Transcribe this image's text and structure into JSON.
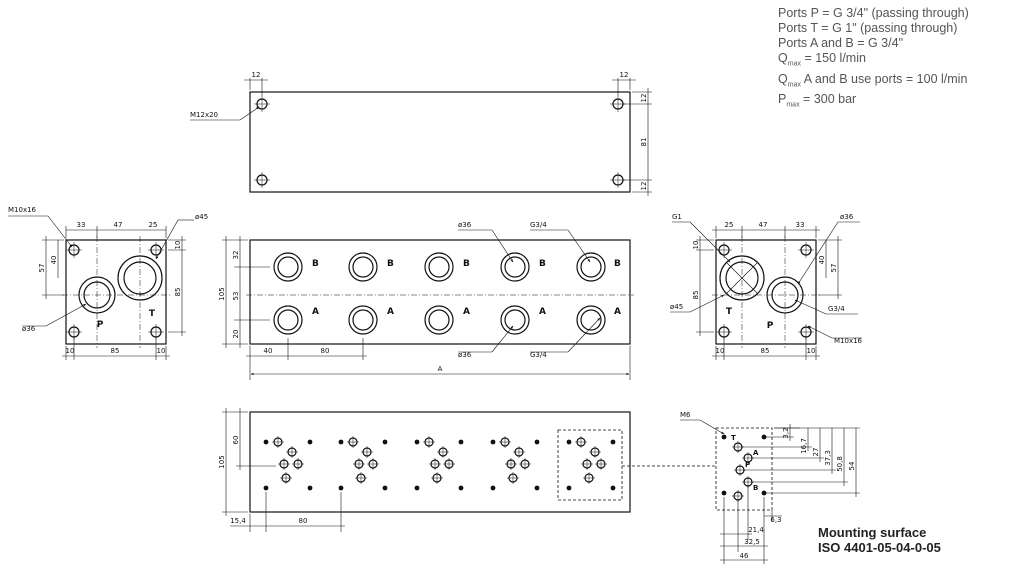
{
  "specs": {
    "line1": "Ports P = G 3/4\" (passing through)",
    "line2": "Ports T = G 1\" (passing through)",
    "line3": "Ports A and B = G 3/4\"",
    "qmax_sym": "Q",
    "qmax_sub": "max",
    "qmax_val": " = 150 l/min",
    "qab_sym": "Q",
    "qab_sub": "max",
    "qab_val": " A and B use ports = 100 l/min",
    "pmax_sym": "P",
    "pmax_sub": "max",
    "pmax_val": " = 300 bar"
  },
  "mounting": {
    "title": "Mounting surface",
    "standard": "ISO 4401-05-04-0-05"
  },
  "top_view": {
    "d12_left": "12",
    "d12_right": "12",
    "d12_v_top": "12",
    "d81": "81",
    "d12_v_bot": "12",
    "thread": "M12x20"
  },
  "left_view": {
    "thread": "M10x16",
    "d33": "33",
    "d47": "47",
    "d25": "25",
    "dia45": "ø45",
    "d10_v": "10",
    "d40": "40",
    "d57": "57",
    "d85_v": "85",
    "dia36": "ø36",
    "d10_a": "10",
    "d85_h": "85",
    "d10_b": "10",
    "label_p": "P",
    "label_t": "T"
  },
  "front_view": {
    "dia36_top": "ø36",
    "g34_top": "G3/4",
    "d32": "32",
    "d105": "105",
    "d53": "53",
    "d20": "20",
    "d40": "40",
    "d80": "80",
    "dia36_bot": "ø36",
    "g34_bot": "G3/4",
    "dim_a": "A",
    "label_b": "B",
    "label_a": "A"
  },
  "right_view": {
    "g1": "G1",
    "d25": "25",
    "d47": "47",
    "d33": "33",
    "dia36": "ø36",
    "d10_v": "10",
    "d40": "40",
    "d57": "57",
    "d85_v": "85",
    "dia45": "ø45",
    "g34": "G3/4",
    "thread": "M10x16",
    "d10_a": "10",
    "d85_h": "85",
    "d10_b": "10",
    "label_t": "T",
    "label_p": "P"
  },
  "bottom_view": {
    "d60": "60",
    "d105": "105",
    "d15_4": "15,4",
    "d80": "80"
  },
  "detail": {
    "m6": "M6",
    "label_t": "T",
    "label_a": "A",
    "label_p": "P",
    "label_b": "B",
    "d3_2": "3,2",
    "d16_7": "16,7",
    "d27": "27",
    "d37_3": "37,3",
    "d50_8": "50,8",
    "d54": "54",
    "d6_3": "6,3",
    "d21_4": "21,4",
    "d32_5": "32,5",
    "d46": "46"
  }
}
